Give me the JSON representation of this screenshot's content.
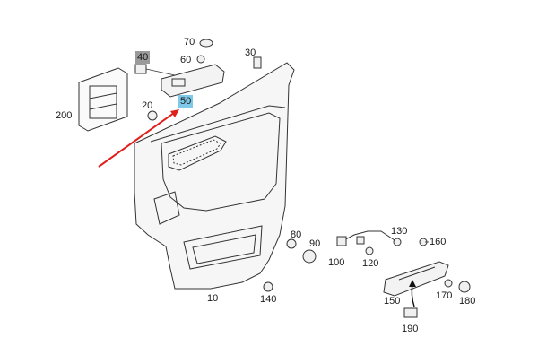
{
  "diagram": {
    "callouts": {
      "c10": "10",
      "c20": "20",
      "c30": "30",
      "c40": "40",
      "c50": "50",
      "c60": "60",
      "c70": "70",
      "c80": "80",
      "c90": "90",
      "c100": "100",
      "c120": "120",
      "c130": "130",
      "c140": "140",
      "c150": "150",
      "c160": "160",
      "c170": "170",
      "c180": "180",
      "c190": "190",
      "c200": "200"
    },
    "colors": {
      "line": "#333333",
      "highlight": "#7ec8e8",
      "selected_gray": "#9a9a9a",
      "arrow": "#e0201c",
      "panel_fill": "#f6f6f6"
    }
  }
}
